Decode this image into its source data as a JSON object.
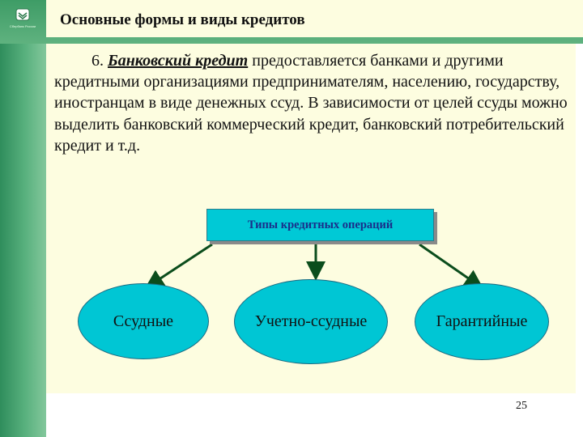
{
  "slide": {
    "title": "Основные формы и виды кредитов",
    "paragraph": {
      "number": "6. ",
      "term": "Банковский кредит",
      "text": " предоставляется банками и другими кредитными организациями предпринимателям, населению, государству, иностранцам в виде денежных ссуд. В зависимости от целей ссуды можно выделить банковский коммерческий кредит, банковский потребительский кредит и т.д."
    },
    "diagram": {
      "root": "Типы кредитных операций",
      "children": [
        "Ссудные",
        "Учетно-ссудные",
        "Гарантийные"
      ]
    },
    "page_number": "25"
  },
  "colors": {
    "accent_green": "#3e9c66",
    "background": "#fdfde0",
    "node_fill": "#00c6d4",
    "arrow": "#0b4d1c"
  },
  "logo": {
    "icon": "sberbank-logo-icon",
    "text": "Сбербанк России"
  }
}
